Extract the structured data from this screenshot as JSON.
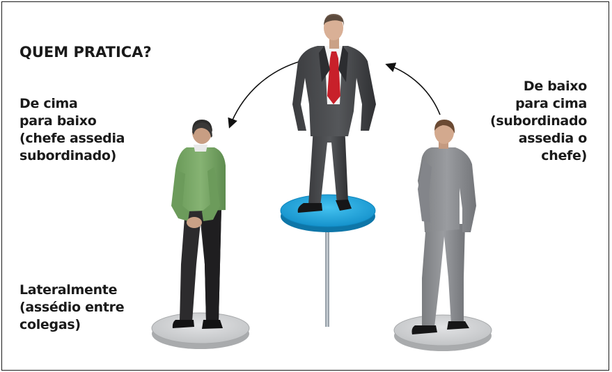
{
  "title": "QUEM PRATICA?",
  "top_down": {
    "lines": [
      "De cima",
      "para baixo",
      "(chefe assedia",
      "subordinado)"
    ]
  },
  "bottom_up": {
    "lines": [
      "De baixo",
      "para cima",
      "(subordinado",
      "assedia o",
      "chefe)"
    ]
  },
  "lateral": {
    "lines": [
      "Lateralmente",
      "(assédio entre",
      "colegas)"
    ]
  },
  "colors": {
    "center_platform": "#1ea6e0",
    "side_platform": "#cfd1d3",
    "boss_suit": "#4a4b4e",
    "boss_tie": "#c8202a",
    "green_shirt": "#78a766",
    "grey_suit": "#8c8e91"
  }
}
